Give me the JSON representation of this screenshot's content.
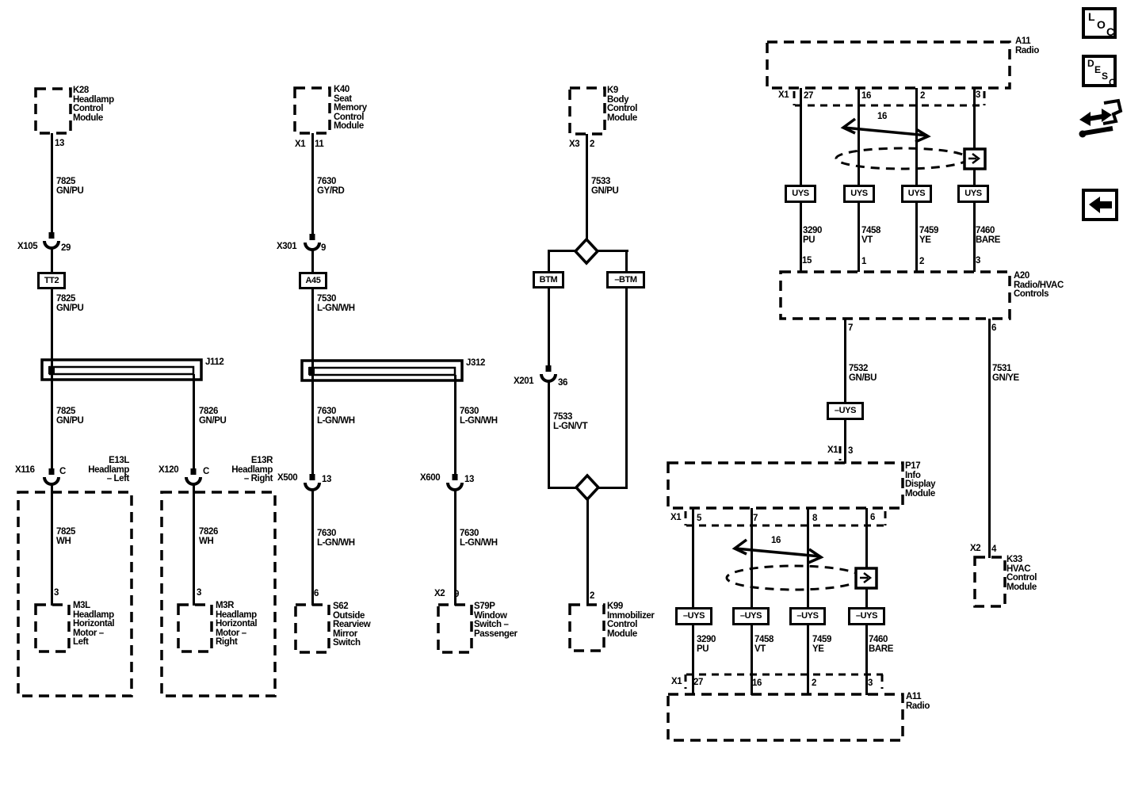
{
  "toolbar": {
    "loc": [
      "L",
      "O",
      "C"
    ],
    "desc": [
      "D",
      "E",
      "S",
      "C"
    ]
  },
  "headlamp": {
    "module_label": "K28\nHeadlamp\nControl\nModule",
    "module_pin": "13",
    "wire1": "7825\nGN/PU",
    "conn1": {
      "name": "X105",
      "pin": "29"
    },
    "tt2": "TT2",
    "wire2": "7825\nGN/PU",
    "splice": "J112",
    "left": {
      "wire": "7825\nGN/PU",
      "conn": "X116",
      "conn_pin": "C",
      "dest": "E13L\nHeadlamp\n– Left",
      "wire_in": "7825\nWH",
      "motor_pin": "3",
      "motor_label": "M3L\nHeadlamp\nHorizontal\nMotor –\nLeft"
    },
    "right": {
      "wire": "7826\nGN/PU",
      "conn": "X120",
      "conn_pin": "C",
      "dest": "E13R\nHeadlamp\n– Right",
      "wire_in": "7826\nWH",
      "motor_pin": "3",
      "motor_label": "M3R\nHeadlamp\nHorizontal\nMotor –\nRight"
    }
  },
  "mirror": {
    "module_label": "K40\nSeat\nMemory\nControl\nModule",
    "module_conn": "X1",
    "module_pin": "11",
    "wire1": "7630\nGY/RD",
    "conn1": {
      "name": "X301",
      "pin": "9"
    },
    "a45": "A45",
    "wire2": "7530\nL-GN/WH",
    "splice": "J312",
    "left": {
      "wire": "7630\nL-GN/WH",
      "conn": "X500",
      "conn_pin": "13",
      "wire2": "7630\nL-GN/WH",
      "dest_pin": "6",
      "dest_label": "S62\nOutside\nRearview\nMirror\nSwitch"
    },
    "right": {
      "wire": "7630\nL-GN/WH",
      "conn": "X600",
      "conn_pin": "13",
      "wire2": "7630\nL-GN/WH",
      "dest_conn": "X2",
      "dest_pin": "9",
      "dest_label": "S79P\nWindow\nSwitch –\nPassenger"
    }
  },
  "bcm": {
    "module_label": "K9\nBody\nControl\nModule",
    "module_conn": "X3",
    "module_pin": "2",
    "wire1": "7533\nGN/PU",
    "btm": "BTM",
    "neg_btm": "–BTM",
    "conn1": {
      "name": "X201",
      "pin": "36"
    },
    "wire2": "7533\nL-GN/VT",
    "dest_pin": "2",
    "dest_label": "K99\nImmobilizer\nControl\nModule"
  },
  "radio": {
    "a11_top": "A11\nRadio",
    "top_conn": "X1",
    "top_pins": [
      "27",
      "16",
      "2",
      "3"
    ],
    "twist1": "16",
    "uys": "UYS",
    "neg_uys": "–UYS",
    "wires_top": [
      "3290\nPU",
      "7458\nVT",
      "7459\nYE",
      "7460\nBARE"
    ],
    "a20_pins": [
      "15",
      "1",
      "2",
      "3"
    ],
    "a20_label": "A20\nRadio/HVAC\nControls",
    "a20_out_pins": [
      "7",
      "6"
    ],
    "wire_display": "7532\nGN/BU",
    "p17_in_conn": "X1",
    "p17_in_pin": "3",
    "p17_label": "P17\nInfo\nDisplay\nModule",
    "p17_conn": "X1",
    "p17_pins": [
      "5",
      "7",
      "8",
      "6"
    ],
    "twist2": "16",
    "wires_bottom": [
      "3290\nPU",
      "7458\nVT",
      "7459\nYE",
      "7460\nBARE"
    ],
    "bot_conn": "X1",
    "bot_pins": [
      "27",
      "16",
      "2",
      "3"
    ],
    "a11_bottom": "A11\nRadio",
    "wire_hvac": "7531\nGN/YE",
    "hvac_conn": "X2",
    "hvac_pin": "4",
    "k33_label": "K33\nHVAC\nControl\nModule"
  }
}
